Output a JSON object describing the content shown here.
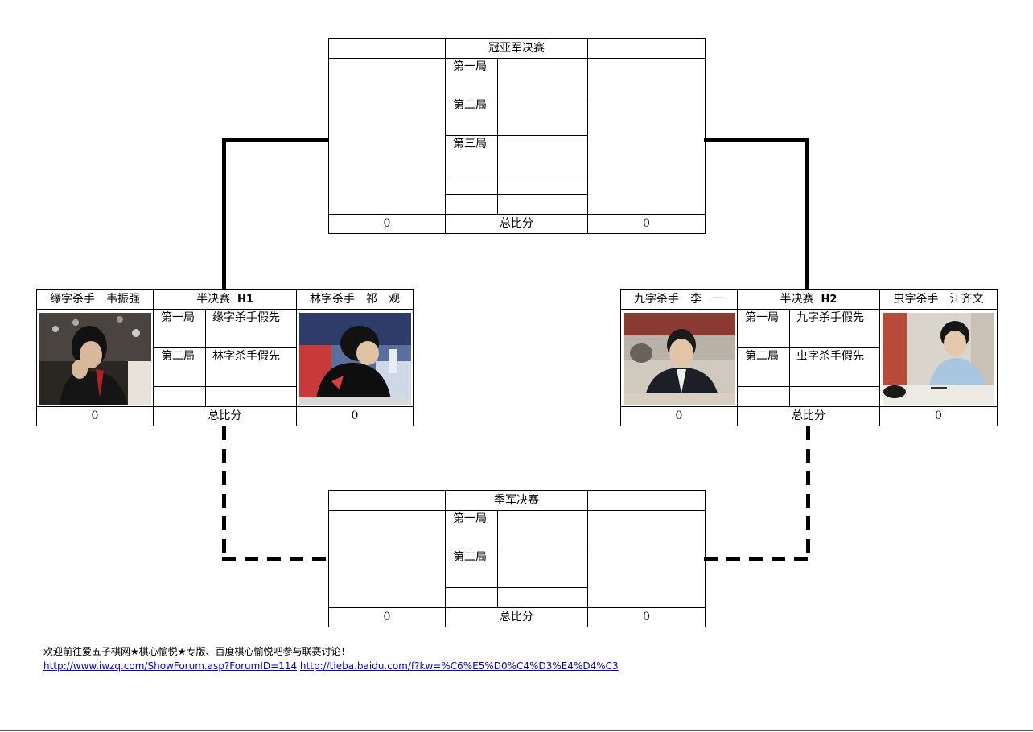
{
  "final": {
    "title": "冠亚军决赛",
    "games": [
      "第一局",
      "第二局",
      "第三局"
    ],
    "score_left": "0",
    "score_label": "总比分",
    "score_right": "0"
  },
  "semi_h1": {
    "left_player": "缘字杀手　韦振强",
    "title": "半决赛",
    "code": "H1",
    "right_player": "林字杀手　祁　观",
    "games": [
      {
        "label": "第一局",
        "note": "缘字杀手假先"
      },
      {
        "label": "第二局",
        "note": "林字杀手假先"
      }
    ],
    "score_left": "0",
    "score_label": "总比分",
    "score_right": "0"
  },
  "semi_h2": {
    "left_player": "九字杀手　李　一",
    "title": "半决赛",
    "code": "H2",
    "right_player": "虫字杀手　江齐文",
    "games": [
      {
        "label": "第一局",
        "note": "九字杀手假先"
      },
      {
        "label": "第二局",
        "note": "虫字杀手假先"
      }
    ],
    "score_left": "0",
    "score_label": "总比分",
    "score_right": "0"
  },
  "third": {
    "title": "季军决赛",
    "games": [
      "第一局",
      "第二局"
    ],
    "score_left": "0",
    "score_label": "总比分",
    "score_right": "0"
  },
  "footer": {
    "text": "欢迎前往爱五子棋网★棋心愉悦★专版、百度棋心愉悦吧参与联赛讨论！",
    "link1": "http://www.iwzq.com/ShowForum.asp?ForumID=114",
    "link2": "http://tieba.baidu.com/f?kw=%C6%E5%D0%C4%D3%E4%D4%C3"
  }
}
